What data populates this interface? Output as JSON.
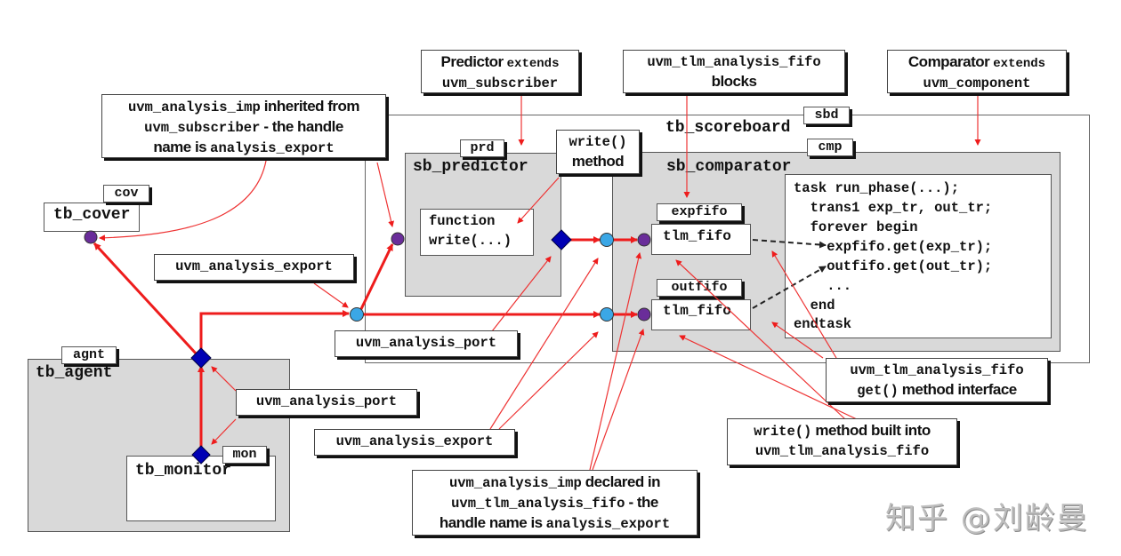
{
  "components": {
    "scoreboard": {
      "tag": "sbd",
      "title": "tb_scoreboard"
    },
    "predictor": {
      "tag": "prd",
      "title": "sb_predictor",
      "function_lines": [
        "function",
        "write(...)"
      ]
    },
    "comparator": {
      "tag": "cmp",
      "title": "sb_comparator"
    },
    "expfifo": {
      "tag": "expfifo",
      "title": "tlm_fifo"
    },
    "outfifo": {
      "tag": "outfifo",
      "title": "tlm_fifo"
    },
    "cover": {
      "tag": "cov",
      "title": "tb_cover"
    },
    "agent": {
      "tag": "agnt",
      "title": "tb_agent"
    },
    "monitor": {
      "tag": "mon",
      "title": "tb_monitor"
    }
  },
  "run_phase_code": [
    "task run_phase(...);",
    "  trans1 exp_tr, out_tr;",
    "  forever begin",
    "    expfifo.get(exp_tr);",
    "    outfifo.get(out_tr);",
    "    ...",
    "  end",
    "endtask"
  ],
  "callouts": {
    "predictor_extends": {
      "line1_sans": "Predictor",
      "line1_mono": "extends",
      "line2_mono": "uvm_subscriber"
    },
    "fifo_blocks": {
      "line1_mono": "uvm_tlm_analysis_fifo",
      "line2_sans": "blocks"
    },
    "comparator_extends": {
      "line1_sans": "Comparator",
      "line1_mono": "extends",
      "line2_mono": "uvm_component"
    },
    "imp_inherited": {
      "line1_mono": "uvm_analysis_imp",
      "line1_sans": "inherited from",
      "line2_mono": "uvm_subscriber",
      "line2_sans": "- the handle",
      "line3_sans": "name is",
      "line3_mono": "analysis_export"
    },
    "write_method": {
      "line1_mono": "write()",
      "line2_sans": "method"
    },
    "analysis_export_left": {
      "text": "uvm_analysis_export"
    },
    "analysis_port_mid": {
      "text": "uvm_analysis_port"
    },
    "analysis_port_agent": {
      "text": "uvm_analysis_port"
    },
    "analysis_export_bottom": {
      "text": "uvm_analysis_export"
    },
    "imp_declared": {
      "line1_mono": "uvm_analysis_imp",
      "line1_sans": "declared in",
      "line2_mono": "uvm_tlm_analysis_fifo",
      "line2_sans": "- the",
      "line3_sans": "handle name is",
      "line3_mono": "analysis_export"
    },
    "get_interface": {
      "line1_mono": "uvm_tlm_analysis_fifo",
      "line2_mono": "get()",
      "line2_sans": "method interface"
    },
    "write_builtin": {
      "line1_mono": "write()",
      "line1_sans": "method built into",
      "line2_mono": "uvm_tlm_analysis_fifo"
    }
  },
  "legend_colors": {
    "connection": "#ee1c1c",
    "port_diamond": "#0000b4",
    "export_circle": "#3ba7e6",
    "imp_circle": "#6a2d9a",
    "container_fill": "#d9d9d9"
  },
  "watermark": "知乎 @刘龄曼"
}
